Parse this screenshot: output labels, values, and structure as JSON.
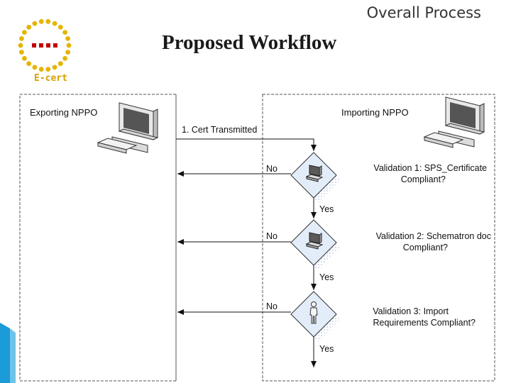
{
  "header": {
    "caption": "Overall Process"
  },
  "logo": {
    "label": "E-cert"
  },
  "title": "Proposed Workflow",
  "lanes": {
    "exporting": "Exporting NPPO",
    "importing": "Importing NPPO"
  },
  "steps": {
    "transmit": "1.  Cert Transmitted"
  },
  "validations": [
    {
      "line1": "Validation 1:  SPS_Certificate",
      "line2": "Compliant?",
      "no": "No",
      "yes": "Yes"
    },
    {
      "line1": "Validation 2:  Schematron doc",
      "line2": "Compliant?",
      "no": "No",
      "yes": "Yes"
    },
    {
      "line1": "Validation 3:  Import",
      "line2": "Requirements Compliant?",
      "no": "No",
      "yes": "Yes"
    }
  ],
  "colors": {
    "logo_ring": "#e6b400",
    "logo_dash": "#c00000",
    "diamond_fill": "#e3edf9",
    "accent": "#1b9bd7"
  },
  "icons": [
    "computer-icon",
    "server-icon",
    "person-icon"
  ]
}
